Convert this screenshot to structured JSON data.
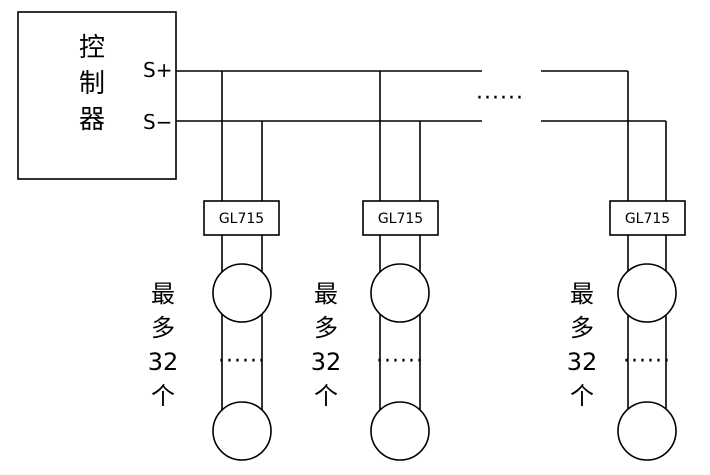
{
  "controller": {
    "chars": [
      "控",
      "制",
      "器"
    ],
    "terminal_pos": "S+",
    "terminal_neg": "S−"
  },
  "bus_gap_dots": "······",
  "branches": [
    {
      "model": "GL715",
      "note": [
        "最",
        "多",
        "32",
        "个"
      ],
      "loop_dots": "······"
    },
    {
      "model": "GL715",
      "note": [
        "最",
        "多",
        "32",
        "个"
      ],
      "loop_dots": "······"
    },
    {
      "model": "GL715",
      "note": [
        "最",
        "多",
        "32",
        "个"
      ],
      "loop_dots": "······"
    }
  ]
}
